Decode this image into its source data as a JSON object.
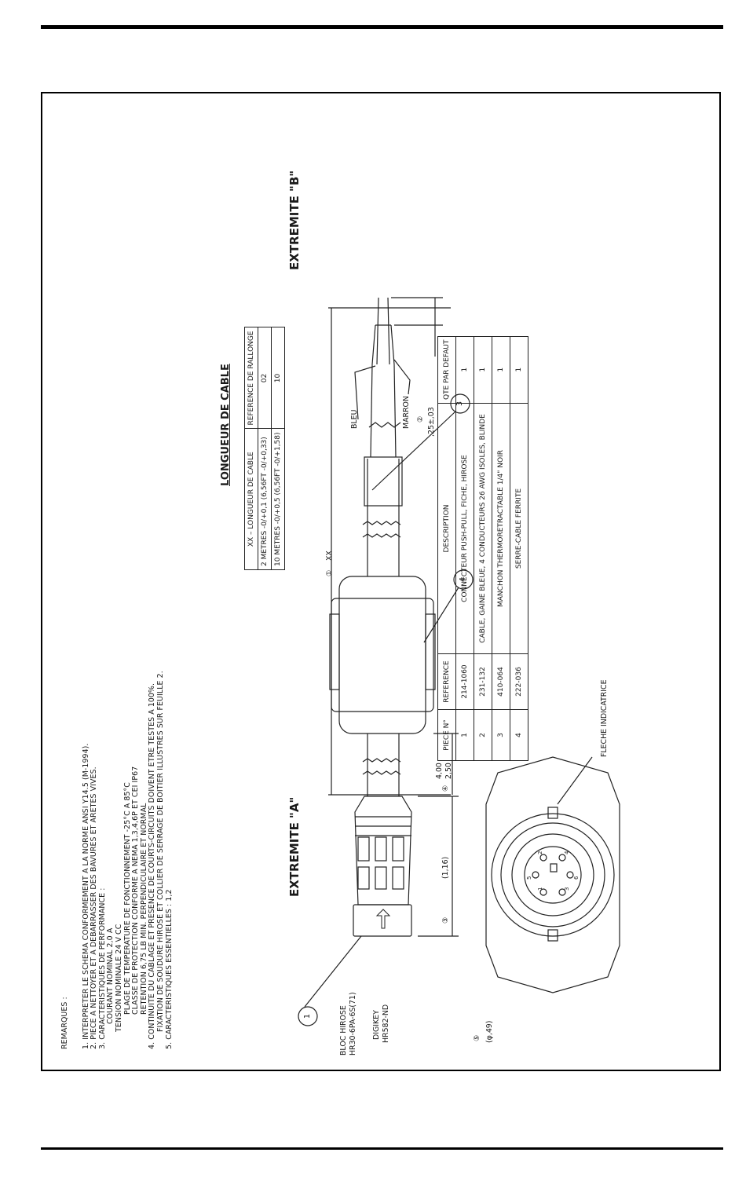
{
  "notes": {
    "header": "REMARQUES :",
    "lines": [
      "1.  INTERPRETER LE SCHEMA CONFORMEMENT A LA NORME ANSI Y14.5 (M-1994).",
      "2.  PIECE A NETTOYER ET A DEBARRASSER DES BAVURES ET ARETES VIVES.",
      "3.  CARACTERISTIQUES DE PERFORMANCE :",
      "COURANT NOMINAL 2,0 A",
      "TENSION NOMINALE 24 V CC",
      "PLAGE DE TEMPERATURE DE FONCTIONNEMENT -25°C A 85°C",
      "CLASSE DE PROTECTION CONFORME A NEMA 1,3,4,6P ET CEI IP67",
      "RETENTION 6,75 LB MIN. PERPENDICULAIRE ET NORMAL",
      "4.  CONTINUITE DU CABLAGE ET PRESENCE DE COURTS-CIRCUITS DOIVENT ETRE TESTES A 100%.",
      "FIXATION DE SOUDURE HIROSE ET COLLIER DE SERRAGE DE BOITIER ILLUSTRES SUR FEUILLE 2.",
      "5.  CARACTERISTIQUES ESSENTIELLES : 1,2"
    ]
  },
  "titles": {
    "end_a": "EXTREMITE \"A\"",
    "end_b": "EXTREMITE \"B\"",
    "cable_length": "LONGUEUR DE CABLE"
  },
  "length_table": {
    "headers": [
      "XX – LONGUEUR DE CABLE",
      "REFERENCE DE RALLONGE"
    ],
    "rows": [
      [
        "2 METRES -0/+0,1 (6,56FT -0/+0,33)",
        "02"
      ],
      [
        "10 METRES -0/+0,5 (6,56FT -0/+1,58)",
        "10"
      ]
    ]
  },
  "bom": {
    "headers": [
      "PIECE N°",
      "REFERENCE",
      "DESCRIPTION",
      "QTE PAR DEFAUT"
    ],
    "rows": [
      [
        "1",
        "214-1060",
        "CONNECTEUR PUSH-PULL, FICHE, HIROSE",
        "1"
      ],
      [
        "2",
        "231-132",
        "CABLE, GAINE BLEUE, 4 CONDUCTEURS 26 AWG ISOLES, BLINDE",
        "1"
      ],
      [
        "3",
        "410-064",
        "MANCHON THERMORETRACTABLE 1/4\" NOIR",
        "1"
      ],
      [
        "4",
        "222-036",
        "SERRE-CABLE FERRITE",
        "1"
      ]
    ]
  },
  "labels": {
    "hirose_1": "BLOC HIROSE",
    "hirose_2": "HR30-6PA-6S(71)",
    "digikey_1": "DIGIKEY",
    "digikey_2": "HR582-ND",
    "dim_116": "(1,16)",
    "dim_400": "4,00",
    "dim_250": "2,50",
    "dim_xx": "XX",
    "dim_025": ",25±,03",
    "dim_phi": "(φ,49)",
    "bleu": "BLEU",
    "marron": "MARRON",
    "fleche": "FLECHE INDICATRICE",
    "balloon_1": "1",
    "balloon_3": "3",
    "balloon_4": "4",
    "crit_1": "①",
    "crit_2": "②",
    "crit_3": "③",
    "crit_4": "④",
    "crit_5": "⑤",
    "pin_1": "1",
    "pin_2": "2",
    "pin_3": "3",
    "pin_4": "4",
    "pin_5": "5",
    "pin_6": "6"
  }
}
